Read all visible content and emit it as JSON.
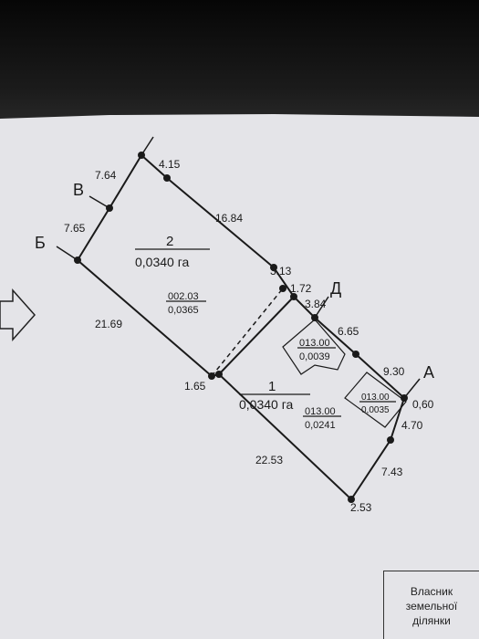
{
  "plot_labels": {
    "area2": {
      "number": "2",
      "area": "0,0340 га"
    },
    "area1": {
      "number": "1",
      "area": "0,0340 га"
    },
    "code_002": {
      "top": "002.03",
      "bottom": "0,0365"
    },
    "code_013_a": {
      "top": "013.00",
      "bottom": "0,0039"
    },
    "code_013_b": {
      "top": "013.00",
      "bottom": "0,0241"
    },
    "code_013_c": {
      "top": "013.00",
      "bottom": "0,0035"
    }
  },
  "point_letters": {
    "A": "А",
    "B": "Б",
    "V": "В",
    "D": "Д"
  },
  "dimensions": {
    "d_4_15": "4.15",
    "d_7_64": "7.64",
    "d_7_65": "7.65",
    "d_16_84": "16.84",
    "d_3_13": "3.13",
    "d_1_72": "1.72",
    "d_3_84": "3.84",
    "d_6_65": "6.65",
    "d_9_30": "9.30",
    "d_0_60": "0,60",
    "d_4_70": "4.70",
    "d_7_43": "7.43",
    "d_2_53": "2.53",
    "d_22_53": "22.53",
    "d_21_69": "21.69",
    "d_1_65": "1.65"
  },
  "owner_box": {
    "line1": "Власник",
    "line2": "земельної",
    "line3": "ділянки"
  },
  "colors": {
    "paper": "#e4e4e8",
    "ink": "#1a1a1a",
    "background": "#1e1e1e"
  }
}
